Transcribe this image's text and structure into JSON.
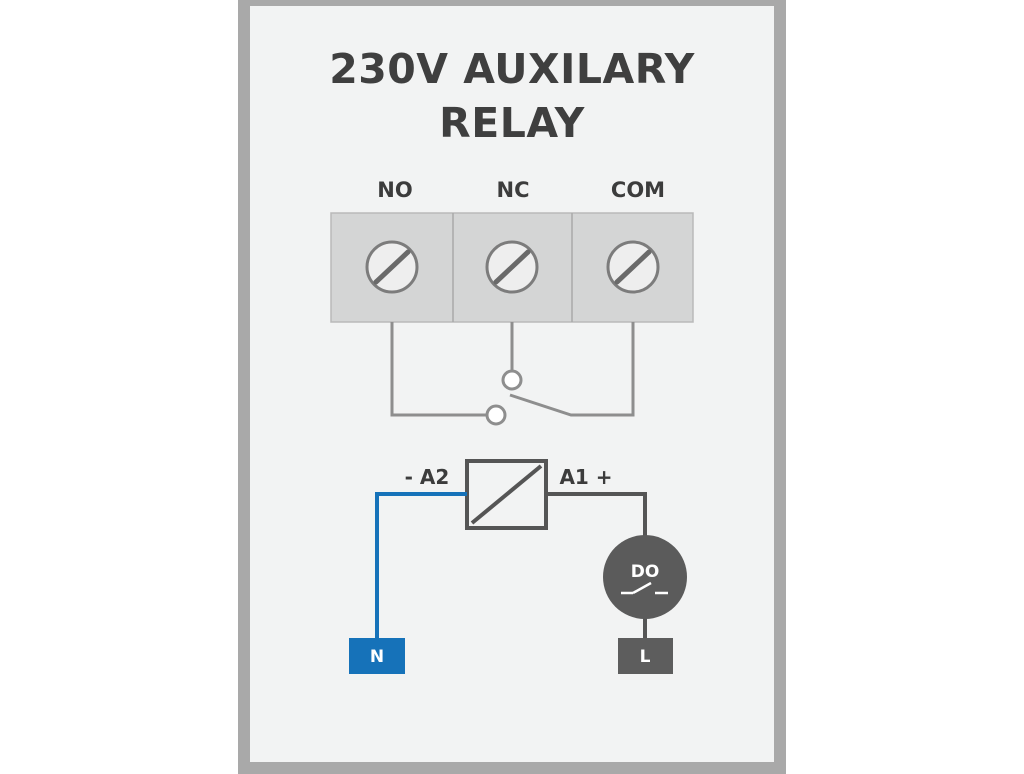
{
  "title": {
    "line1": "230V AUXILARY",
    "line2": "RELAY"
  },
  "terminals": [
    {
      "label": "NO"
    },
    {
      "label": "NC"
    },
    {
      "label": "COM"
    }
  ],
  "coil": {
    "minus_label": "- A2",
    "plus_label": "A1 +"
  },
  "digital_output": {
    "label": "DO"
  },
  "supply": {
    "neutral_label": "N",
    "line_label": "L"
  },
  "colors": {
    "frame": "#a9a9a9",
    "panel": "#f2f3f3",
    "terminal_block": "#d4d5d5",
    "wire_gray": "#8e8e8e",
    "wire_dark": "#555555",
    "neutral_blue": "#1672b9",
    "line_gray": "#5d5d5d",
    "text": "#3f3f3f"
  }
}
